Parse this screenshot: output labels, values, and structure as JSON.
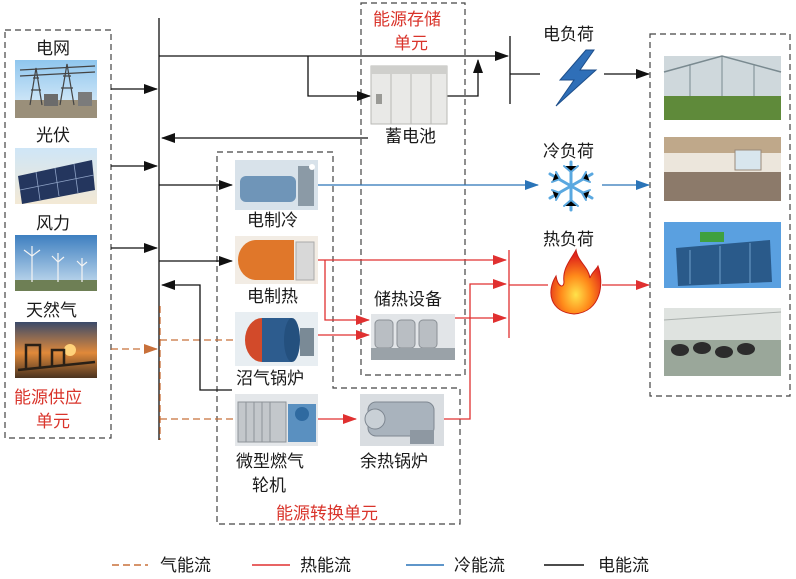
{
  "colors": {
    "gas": "#c8703a",
    "heat": "#e03030",
    "cold": "#2a74b8",
    "electric": "#111111",
    "unit_title": "#d9342b"
  },
  "supply_unit": {
    "title_line1": "能源供应",
    "title_line2": "单元",
    "sources": [
      {
        "label": "电网",
        "icon": "power-grid-substation-image"
      },
      {
        "label": "光伏",
        "icon": "solar-panel-image"
      },
      {
        "label": "风力",
        "icon": "wind-turbine-image"
      },
      {
        "label": "天然气",
        "icon": "gas-pipeline-sunset-image"
      }
    ]
  },
  "storage_unit": {
    "title_line1": "能源存储",
    "title_line2": "单元",
    "battery_label": "蓄电池",
    "heat_storage_label": "储热设备"
  },
  "conversion_unit": {
    "title": "能源转换单元",
    "devices": {
      "electric_chiller": "电制冷",
      "electric_heater": "电制热",
      "biogas_boiler": "沼气锅炉",
      "micro_turbine_line1": "微型燃气",
      "micro_turbine_line2": "轮机",
      "waste_heat_boiler": "余热锅炉"
    }
  },
  "loads": {
    "electric": "电负荷",
    "cold": "冷负荷",
    "heat": "热负荷",
    "electric_icon": "lightning-bolt-icon",
    "cold_icon": "snowflake-icon",
    "heat_icon": "flame-icon"
  },
  "consumers": [
    {
      "icon": "greenhouse-image"
    },
    {
      "icon": "kitchen-image"
    },
    {
      "icon": "building-image"
    },
    {
      "icon": "cattle-barn-image"
    }
  ],
  "legend": [
    {
      "label": "气能流",
      "type": "gas"
    },
    {
      "label": "热能流",
      "type": "heat"
    },
    {
      "label": "冷能流",
      "type": "cold"
    },
    {
      "label": "电能流",
      "type": "electric"
    }
  ]
}
